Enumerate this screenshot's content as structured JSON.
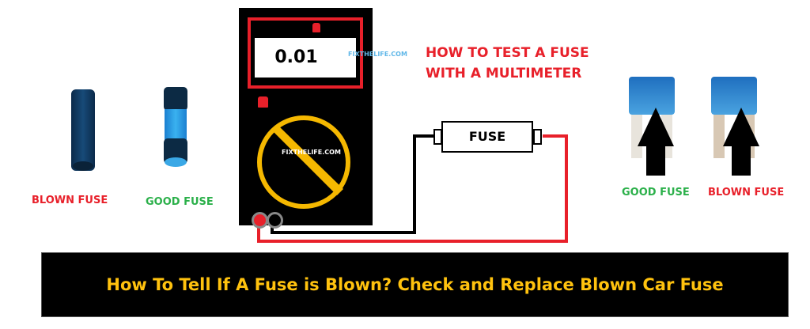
{
  "meter": {
    "reading": "0.01",
    "watermark_top": "FIXTHELIFE.COM",
    "watermark_dial": "FIXTHELIFE.COM"
  },
  "heading": {
    "line1": "HOW TO TEST A FUSE",
    "line2": "WITH A MULTIMETER"
  },
  "circuit": {
    "fuse_label": "FUSE"
  },
  "glass_fuses": [
    {
      "label": "BLOWN FUSE",
      "color": "#e8202a"
    },
    {
      "label": "GOOD FUSE",
      "color": "#2bb04a"
    }
  ],
  "blade_fuses": [
    {
      "label": "GOOD FUSE",
      "color": "#2bb04a"
    },
    {
      "label": "BLOWN FUSE",
      "color": "#e8202a"
    }
  ],
  "banner": {
    "text": "How To Tell If A Fuse is Blown? Check and Replace Blown Car Fuse"
  },
  "colors": {
    "accent_red": "#e8202a",
    "accent_green": "#2bb04a",
    "banner_text": "#ffc20e",
    "dial_yellow": "#f5b800",
    "fuse_blue": "#1e6fb8"
  }
}
